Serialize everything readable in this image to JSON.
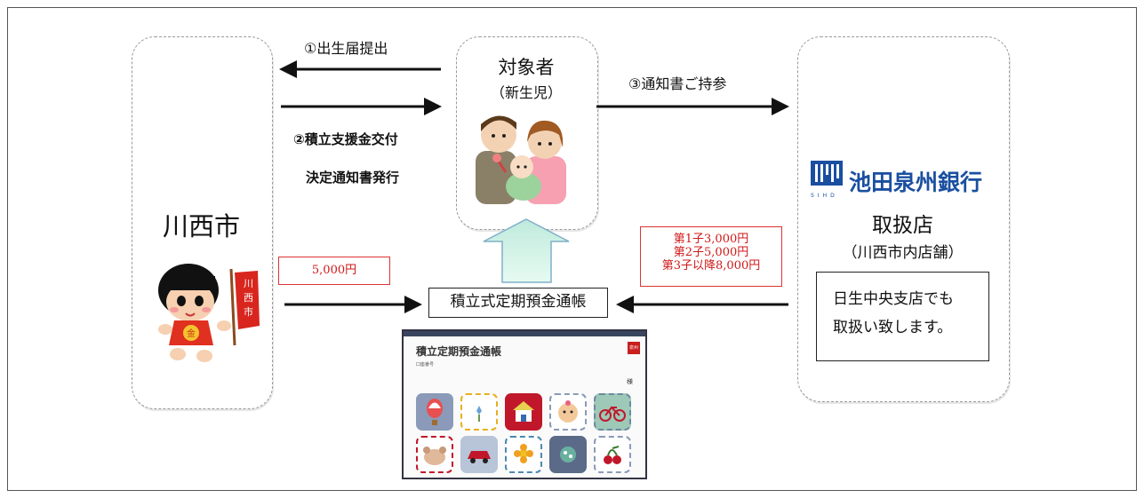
{
  "city": {
    "name": "川西市"
  },
  "subject": {
    "title": "対象者",
    "subtitle": "（新生児）"
  },
  "bank": {
    "name": "池田泉州銀行",
    "logo_sub": "SIHD",
    "branch": "取扱店",
    "branch_note": "（川西市内店舗）"
  },
  "steps": {
    "step1": "①出生届提出",
    "step2_line1": "②積立支援金交付",
    "step2_line2": "決定通知書発行",
    "step3": "③通知書ご持参"
  },
  "amounts": {
    "city": "5,000円",
    "bank": [
      "第1子3,000円",
      "第2子5,000円",
      "第3子以降8,000円"
    ]
  },
  "passbook": {
    "label": "積立式定期預金通帳",
    "sheet_title": "積立定期預金通帳",
    "sheet_small": "口座番号",
    "sheet_sama": "様",
    "sheet_badge": "泉州"
  },
  "note": {
    "line1": "日生中央支店でも",
    "line2": "取扱い致します。"
  },
  "colors": {
    "arrow": "#111111",
    "up_arrow_fill": "#c8f0e4",
    "up_arrow_stroke": "#7fb0c8",
    "red": "#d01818",
    "logo_blue": "#1a4fa0"
  }
}
